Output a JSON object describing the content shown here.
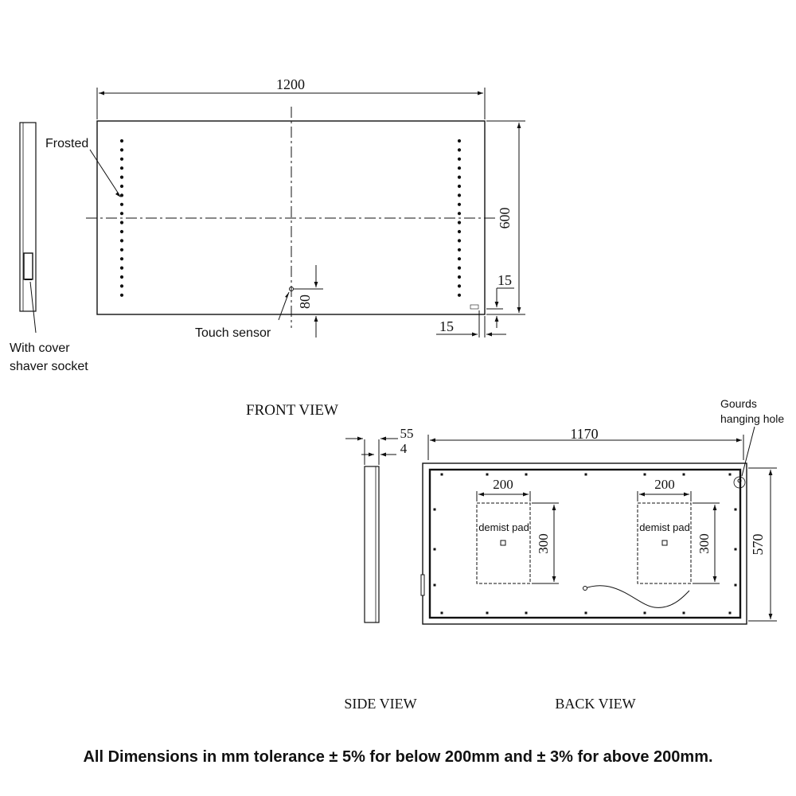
{
  "front_view": {
    "title": "FRONT VIEW",
    "dim_width": "1200",
    "dim_height": "600",
    "dim_sensor_height": "80",
    "dim_side_offset": "15",
    "dim_bottom_offset": "15",
    "label_frosted": "Frosted",
    "label_touch_sensor": "Touch sensor",
    "label_cover_line1": "With cover",
    "label_cover_line2": "shaver socket"
  },
  "side_view": {
    "title": "SIDE VIEW",
    "dim_depth": "55",
    "dim_glass": "4"
  },
  "back_view": {
    "title": "BACK VIEW",
    "dim_width": "1170",
    "dim_height": "570",
    "label_hanging_line1": "Gourds",
    "label_hanging_line2": "hanging hole",
    "pads": [
      {
        "width": "200",
        "height": "300",
        "label": "demist pad"
      },
      {
        "width": "200",
        "height": "300",
        "label": "demist pad"
      }
    ]
  },
  "footer": {
    "note": "All Dimensions in mm tolerance ± 5% for below 200mm and ± 3% for above 200mm."
  }
}
